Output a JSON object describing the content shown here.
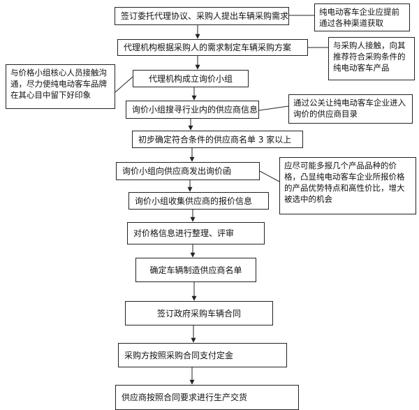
{
  "steps": [
    "签订委托代理协议、采购人提出车辆采购需求",
    "代理机构根据采购人的需求制定车辆采购方案",
    "代理机构成立询价小组",
    "询价小组搜寻行业内的供应商信息",
    "初步确定符合条件的供应商名单 3 家以上",
    "询价小组向供应商发出询价函",
    "询价小组收集供应商的报价信息",
    "对价格信息进行整理、评审",
    "确定车辆制造供应商名单",
    "签订政府采购车辆合同",
    "采购方按照采购合同支付定金",
    "供应商按照合同要求进行生产交货"
  ],
  "notes": [
    "纯电动客车企业应提前通过各种渠道获取",
    "与采购人接触，向其推荐符合采购条件的纯电动客车产品",
    "与价格小组核心人员接触沟通，尽力使纯电动客车品牌在其心目中留下好印象",
    "通过公关让纯电动客车企业进入询价的供应商目录",
    "应尽可能多报几个产品品种的价格，凸显纯电动客车企业所报价格的产品优势特点和高性价比，增大被选中的机会"
  ],
  "colors": {
    "line": "#222222",
    "box_border": "#222222",
    "background": "#ffffff"
  }
}
